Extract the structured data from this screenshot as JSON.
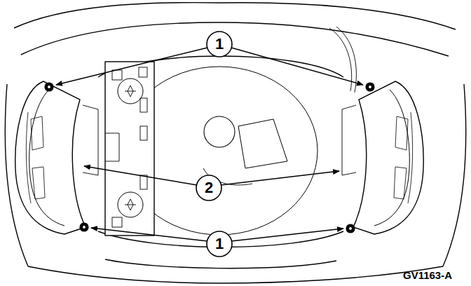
{
  "diagram": {
    "labels": [
      "1",
      "2",
      "1",
      "GV1163-A"
    ]
  }
}
